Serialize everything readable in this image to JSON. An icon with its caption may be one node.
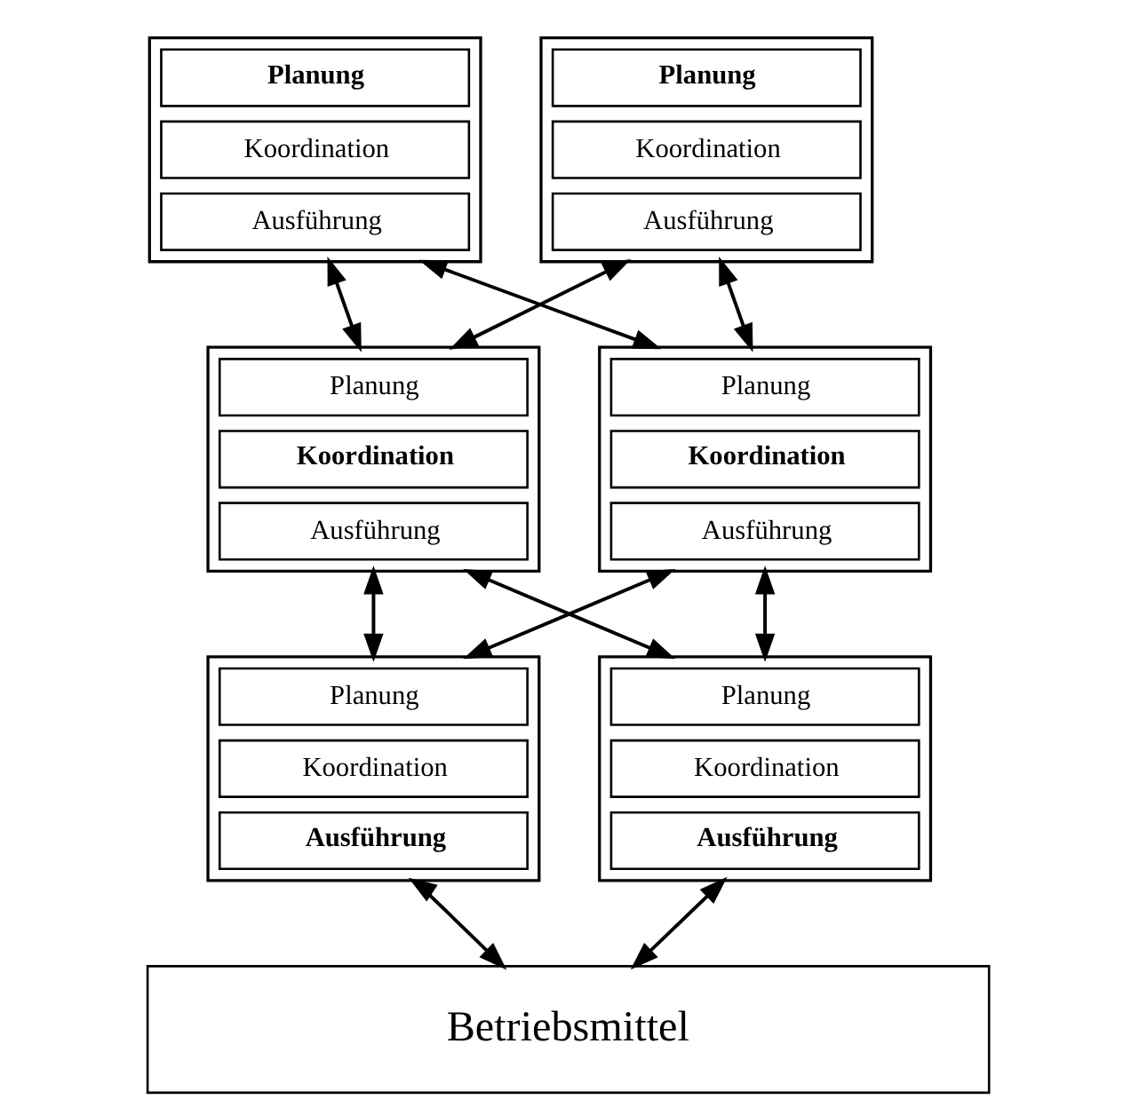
{
  "diagram": {
    "nodes": [
      {
        "text": [],
        "shape": "box"
      },
      {
        "text": [
          "Planung"
        ],
        "in": 0
      },
      {
        "text": [
          "Koordination"
        ],
        "in": 0
      },
      {
        "text": [
          "Ausführung"
        ],
        "in": 0
      },
      {
        "text": [],
        "shape": "box"
      },
      {
        "text": [
          "Planung"
        ],
        "in": 4
      },
      {
        "text": [
          "Koordination"
        ],
        "in": 4
      },
      {
        "text": [
          "Ausführung"
        ],
        "in": 4
      },
      {
        "text": [],
        "shape": "box"
      },
      {
        "text": [
          "Planung"
        ],
        "in": 8
      },
      {
        "text": [
          "Koordination"
        ],
        "in": 8
      },
      {
        "text": [
          "Ausführung"
        ],
        "in": 8
      },
      {
        "text": [],
        "shape": "box"
      },
      {
        "text": [
          "Planung"
        ],
        "in": 12
      },
      {
        "text": [
          "Koordination"
        ],
        "in": 12
      },
      {
        "text": [
          "Ausführung"
        ],
        "in": 12
      },
      {
        "text": [],
        "shape": "box"
      },
      {
        "text": [
          "Planung"
        ],
        "in": 16
      },
      {
        "text": [
          "Koordination"
        ],
        "in": 16
      },
      {
        "text": [
          "Ausführung"
        ],
        "in": 16
      },
      {
        "text": [],
        "shape": "box"
      },
      {
        "text": [
          "Planung"
        ],
        "in": 20
      },
      {
        "text": [
          "Koordination"
        ],
        "in": 20
      },
      {
        "text": [
          "Ausführung"
        ],
        "in": 20
      },
      {
        "text": [
          "Betriebsmittel"
        ]
      }
    ],
    "edges": [
      {
        "from": 0,
        "to": 8,
        "arrow": "both"
      },
      {
        "from": 0,
        "to": 12,
        "arrow": "both"
      },
      {
        "from": 4,
        "to": 8,
        "arrow": "both"
      },
      {
        "from": 4,
        "to": 12,
        "arrow": "both"
      },
      {
        "from": 8,
        "to": 16,
        "arrow": "both"
      },
      {
        "from": 8,
        "to": 20,
        "arrow": "both"
      },
      {
        "from": 12,
        "to": 16,
        "arrow": "both"
      },
      {
        "from": 12,
        "to": 20,
        "arrow": "both"
      },
      {
        "from": 16,
        "to": 24,
        "arrow": "both"
      },
      {
        "from": 20,
        "to": 24,
        "arrow": "both"
      }
    ]
  }
}
